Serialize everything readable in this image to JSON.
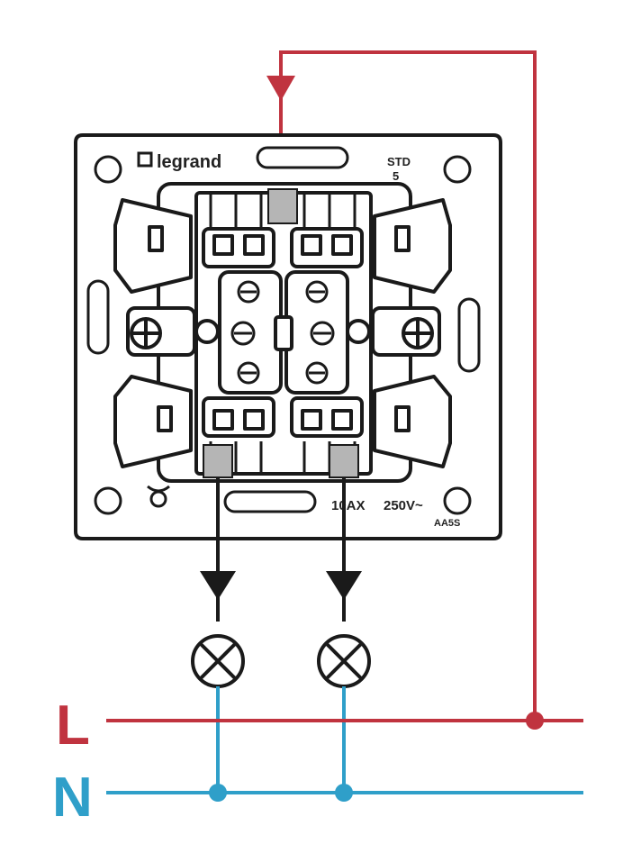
{
  "device": {
    "brand": "legrand",
    "model_line1": "STD",
    "model_line2": "5",
    "rating_current": "10AX",
    "rating_voltage": "250V~",
    "code": "AA5S"
  },
  "lines": {
    "L": {
      "label": "L",
      "color": "#c0333f"
    },
    "N": {
      "label": "N",
      "color": "#2f9fc9"
    }
  },
  "colors": {
    "outline": "#1a1a1a",
    "terminal": "#b5b5b5",
    "phase_wire": "#c0333f",
    "neutral_wire": "#2f9fc9"
  },
  "lamps": [
    {
      "icon": "lamp-icon"
    },
    {
      "icon": "lamp-icon"
    }
  ]
}
